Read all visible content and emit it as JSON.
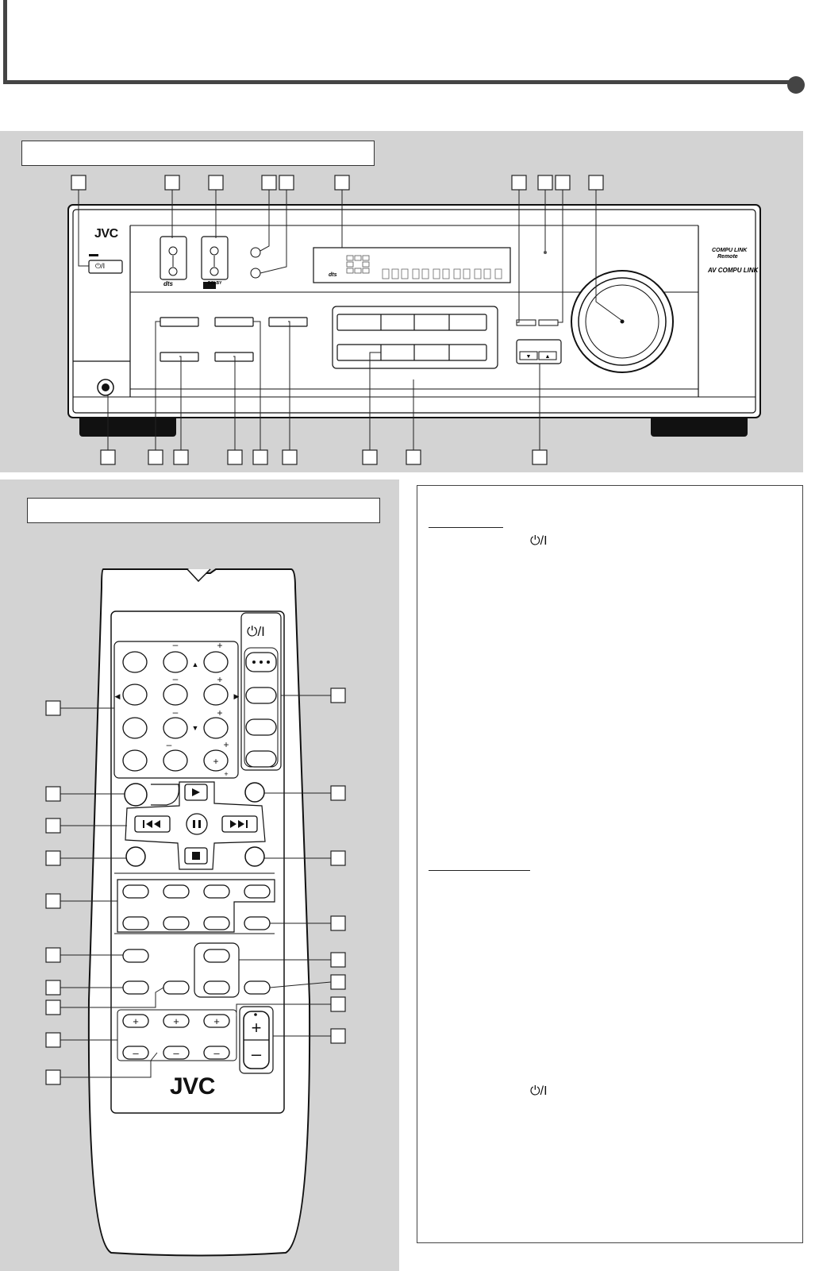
{
  "receiver": {
    "brand": "JVC",
    "power_label": "⏻/I",
    "compu_link_logo": "COMPU LINK",
    "remote_logo": "Remote",
    "av_compu_link": "AV COMPU LINK",
    "dts_logo": "dts",
    "dolby_logo": "DOLBY",
    "display_dts": "dts"
  },
  "remote": {
    "brand": "JVC",
    "power_label": "⏻/I",
    "plus_sign": "+",
    "minus_sign": "–"
  },
  "notes": {
    "power_symbol_1": "⏻/I",
    "power_symbol_2": "⏻/I"
  },
  "colors": {
    "panel_gray": "#d3d3d3",
    "line_dark": "#222222"
  }
}
